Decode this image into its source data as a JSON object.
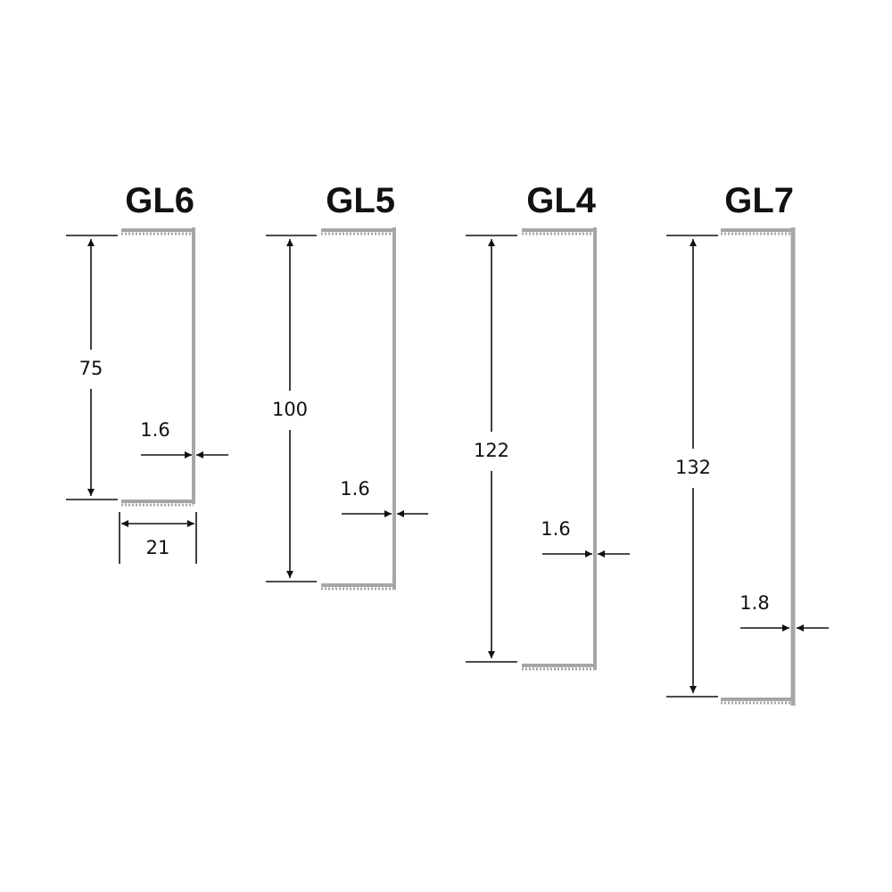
{
  "profiles": [
    {
      "name": "GL6",
      "height": "75",
      "thickness": "1.6",
      "width": "21"
    },
    {
      "name": "GL5",
      "height": "100",
      "thickness": "1.6"
    },
    {
      "name": "GL4",
      "height": "122",
      "thickness": "1.6"
    },
    {
      "name": "GL7",
      "height": "132",
      "thickness": "1.8"
    }
  ],
  "colors": {
    "profile": "#a6a6a6",
    "ink": "#111111",
    "background": "#ffffff"
  }
}
